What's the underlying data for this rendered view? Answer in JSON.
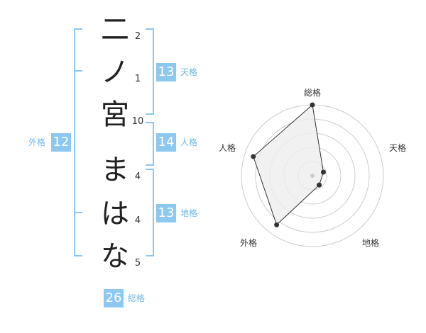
{
  "name_chars": [
    "二",
    "ノ",
    "宮",
    "ま",
    "は",
    "な"
  ],
  "strokes": [
    "2",
    "1",
    "10",
    "4",
    "4",
    "5"
  ],
  "kakusu": {
    "tenkaku": {
      "value": "13",
      "label": "天格"
    },
    "jinkaku": {
      "value": "14",
      "label": "人格"
    },
    "chikaku": {
      "value": "13",
      "label": "地格"
    },
    "gaikaku": {
      "value": "12",
      "label": "外格"
    },
    "soukaku": {
      "value": "26",
      "label": "総格"
    }
  },
  "chart_data": {
    "type": "radar",
    "axes": [
      "総格",
      "天格",
      "地格",
      "外格",
      "人格"
    ],
    "values": [
      26,
      13,
      13,
      12,
      14
    ],
    "value_scale": [
      12,
      80,
      80,
      14,
      16
    ]
  },
  "colors": {
    "accent": "#8cc8f0",
    "grid": "#cccccc",
    "fill": "#eeeeee",
    "line": "#333333"
  }
}
